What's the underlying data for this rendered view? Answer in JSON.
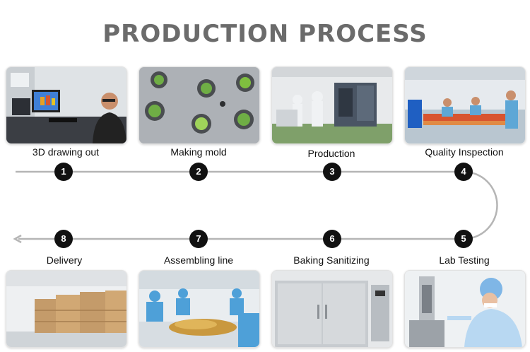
{
  "title": "PRODUCTION PROCESS",
  "colors": {
    "title": "#6b6b6b",
    "line": "#b5b5b5",
    "badge": "#111111"
  },
  "steps": [
    {
      "number": "1",
      "label": "3D drawing out"
    },
    {
      "number": "2",
      "label": "Making mold"
    },
    {
      "number": "3",
      "label": "Production"
    },
    {
      "number": "4",
      "label": "Quality Inspection"
    },
    {
      "number": "5",
      "label": "Lab Testing"
    },
    {
      "number": "6",
      "label": "Baking Sanitizing"
    },
    {
      "number": "7",
      "label": "Assembling line"
    },
    {
      "number": "8",
      "label": "Delivery"
    }
  ]
}
